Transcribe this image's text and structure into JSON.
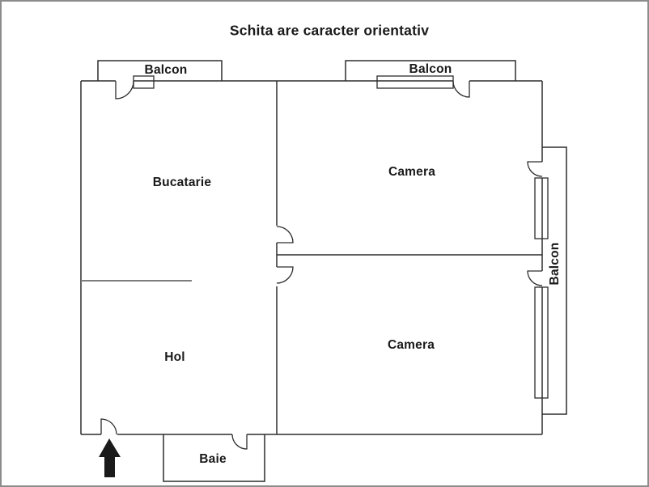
{
  "title": "Schita are caracter orientativ",
  "rooms": {
    "kitchen": "Bucatarie",
    "hall": "Hol",
    "camera_top": "Camera",
    "camera_bottom": "Camera",
    "bathroom": "Baie"
  },
  "balconies": {
    "top_left": "Balcon",
    "top_right": "Balcon",
    "right": "Balcon"
  },
  "colors": {
    "wall": "#2d2d2d",
    "partition": "#7d7d7d",
    "frame": "#8c8c8c",
    "ink": "#1a1a1a",
    "paper": "#ffffff"
  }
}
